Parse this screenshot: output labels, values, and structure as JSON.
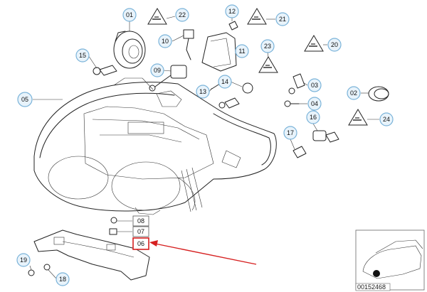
{
  "diagram": {
    "callouts": [
      {
        "id": "c01",
        "label": "01"
      },
      {
        "id": "c22",
        "label": "22"
      },
      {
        "id": "c12",
        "label": "12"
      },
      {
        "id": "c21",
        "label": "21"
      },
      {
        "id": "c10",
        "label": "10"
      },
      {
        "id": "c11",
        "label": "11"
      },
      {
        "id": "c15",
        "label": "15"
      },
      {
        "id": "c09",
        "label": "09"
      },
      {
        "id": "c23",
        "label": "23"
      },
      {
        "id": "c20",
        "label": "20"
      },
      {
        "id": "c05",
        "label": "05"
      },
      {
        "id": "c13",
        "label": "13"
      },
      {
        "id": "c14",
        "label": "14"
      },
      {
        "id": "c03",
        "label": "03"
      },
      {
        "id": "c02",
        "label": "02"
      },
      {
        "id": "c04",
        "label": "04"
      },
      {
        "id": "c16",
        "label": "16"
      },
      {
        "id": "c24",
        "label": "24"
      },
      {
        "id": "c17",
        "label": "17"
      },
      {
        "id": "c08",
        "label": "08"
      },
      {
        "id": "c07",
        "label": "07"
      },
      {
        "id": "c06",
        "label": "06"
      },
      {
        "id": "c19",
        "label": "19"
      },
      {
        "id": "c18",
        "label": "18"
      }
    ],
    "reference_number": "00152468",
    "highlight_color": "#d62020",
    "callout_fill": "#e8f3fb",
    "callout_stroke": "#7ab3d9"
  }
}
